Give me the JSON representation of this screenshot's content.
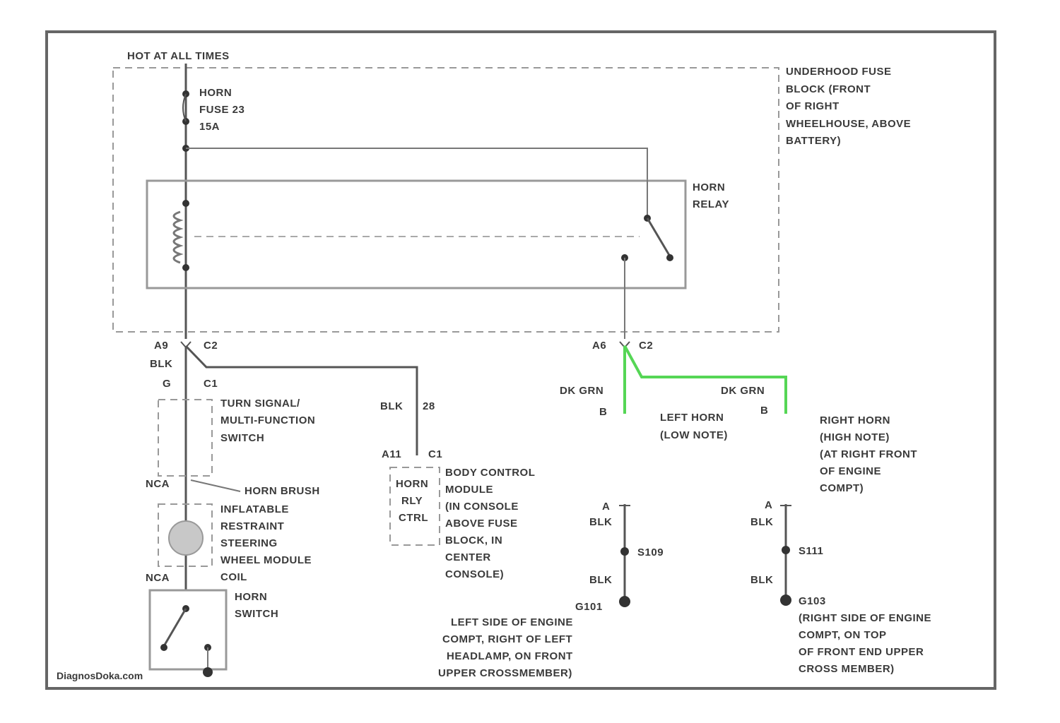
{
  "diagram": {
    "hot_label": "HOT AT ALL TIMES",
    "fuse_label": [
      "HORN",
      "FUSE 23",
      "15A"
    ],
    "fuse_block_label": [
      "UNDERHOOD FUSE",
      "BLOCK (FRONT",
      "OF RIGHT",
      "WHEELHOUSE, ABOVE",
      "BATTERY)"
    ],
    "relay_label": [
      "HORN",
      "RELAY"
    ],
    "conn_a9": "A9",
    "conn_c2_left": "C2",
    "conn_a6": "A6",
    "conn_c2_right": "C2",
    "wire_blk_1": "BLK",
    "pin_g": "G",
    "conn_c1_turn": "C1",
    "turn_switch_label": [
      "TURN SIGNAL/",
      "MULTI-FUNCTION",
      "SWITCH"
    ],
    "wire_blk_28": [
      "BLK",
      "28"
    ],
    "bcm_pins": [
      "A11",
      "C1"
    ],
    "bcm_inner": [
      "HORN",
      "RLY",
      "CTRL"
    ],
    "bcm_label": [
      "BODY CONTROL",
      "MODULE",
      "(IN CONSOLE",
      "ABOVE FUSE",
      "BLOCK, IN",
      "CENTER",
      "CONSOLE)"
    ],
    "nca_1": "NCA",
    "horn_brush": "HORN BRUSH",
    "inflatable_label": [
      "INFLATABLE",
      "RESTRAINT",
      "STEERING",
      "WHEEL MODULE",
      "COIL"
    ],
    "nca_2": "NCA",
    "horn_switch_label": [
      "HORN",
      "SWITCH"
    ],
    "dk_grn_left": "DK GRN",
    "dk_grn_right": "DK GRN",
    "pin_b_left": "B",
    "pin_b_right": "B",
    "left_horn_label": [
      "LEFT HORN",
      "(LOW NOTE)"
    ],
    "right_horn_label": [
      "RIGHT HORN",
      "(HIGH NOTE)",
      "(AT RIGHT FRONT",
      "OF ENGINE",
      "COMPT)"
    ],
    "pin_a_left": "A",
    "pin_a_right": "A",
    "blk_lh_1": "BLK",
    "blk_lh_2": "BLK",
    "blk_rh_1": "BLK",
    "blk_rh_2": "BLK",
    "splice_left": "S109",
    "splice_right": "S111",
    "ground_left": "G101",
    "ground_right": "G103",
    "ground_left_label": [
      "LEFT SIDE OF ENGINE",
      "COMPT, RIGHT OF LEFT",
      "HEADLAMP, ON FRONT",
      "UPPER CROSSMEMBER)"
    ],
    "ground_right_label": [
      "(RIGHT SIDE OF ENGINE",
      "COMPT, ON TOP",
      "OF FRONT END UPPER",
      "CROSS MEMBER)"
    ],
    "watermark": "DiagnosDoka.com"
  },
  "colors": {
    "wire": "#555555",
    "highlight_wire": "#55d655",
    "dashed_boundary": "#999999"
  }
}
